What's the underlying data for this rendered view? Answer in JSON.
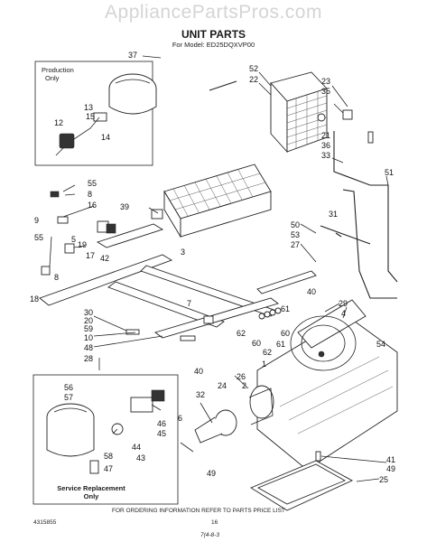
{
  "watermark": "AppliancePartsPros.com",
  "header": {
    "title": "UNIT PARTS",
    "model": "For Model: ED25DQXVP00"
  },
  "insets": {
    "production_only": [
      "Production",
      "Only"
    ],
    "service_replacement": [
      "Service Replacement",
      "Only"
    ]
  },
  "footer": {
    "doc_number": "4315855",
    "note": "FOR ORDERING INFORMATION REFER TO PARTS PRICE LIST",
    "page": "16",
    "date": "7(4-8-3"
  },
  "callouts": [
    "37",
    "52",
    "22",
    "23",
    "35",
    "13",
    "15",
    "12",
    "14",
    "21",
    "36",
    "33",
    "51",
    "55",
    "8",
    "16",
    "9",
    "5",
    "19",
    "17",
    "42",
    "39",
    "3",
    "50",
    "53",
    "27",
    "31",
    "55",
    "8",
    "18",
    "30",
    "20",
    "59",
    "10",
    "48",
    "28",
    "7",
    "40",
    "29",
    "4",
    "61",
    "60",
    "62",
    "60",
    "62",
    "61",
    "1",
    "54",
    "26",
    "2",
    "24",
    "32",
    "6",
    "56",
    "57",
    "46",
    "45",
    "44",
    "43",
    "58",
    "47",
    "49",
    "41",
    "49",
    "25",
    "40"
  ]
}
